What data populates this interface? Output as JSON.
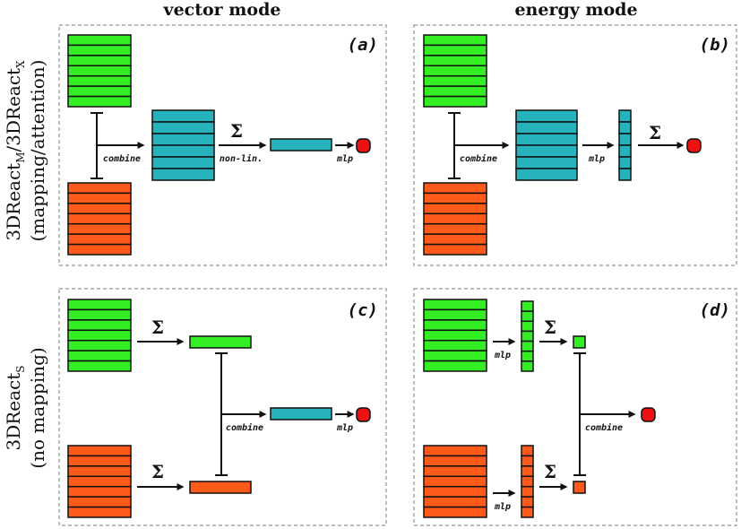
{
  "columns": {
    "left": "vector mode",
    "right": "energy mode"
  },
  "rows": {
    "top": {
      "main": "3DReact",
      "sub1": "M",
      "slash": "/3DReact",
      "sub2": "X",
      "second": "(mapping/attention)"
    },
    "bottom": {
      "main": "3DReact",
      "sub": "S",
      "second": "(no mapping)"
    }
  },
  "panels": {
    "a": "(a)",
    "b": "(b)",
    "c": "(c)",
    "d": "(d)"
  },
  "ops": {
    "combine": "combine",
    "sigma": "Σ",
    "nonlin": "non-lin.",
    "mlp": "mlp"
  },
  "colors": {
    "green": "#33ee22",
    "orange": "#ff5a1a",
    "teal": "#26b3bb",
    "red": "#ee1111",
    "panel_border": "#a8a8a8"
  }
}
